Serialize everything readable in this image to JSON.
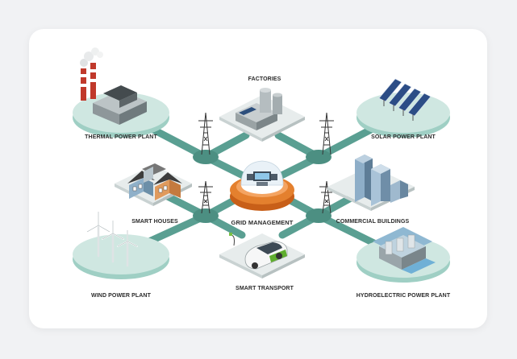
{
  "labels": {
    "thermal": "THERMAL POWER PLANT",
    "factories": "FACTORIES",
    "solar": "SOLAR POWER PLANT",
    "smart_houses": "SMART HOUSES",
    "grid": "GRID MANAGEMENT",
    "commercial": "COMMERCIAL BUILDINGS",
    "wind": "WIND POWER PLANT",
    "transport": "SMART TRANSPORT",
    "hydro": "HYDROELECTRIC POWER PLANT"
  },
  "colors": {
    "background": "#f1f2f4",
    "card": "#ffffff",
    "link": "#5a9f92",
    "node": "#4c8f82",
    "disc_top": "#cfe7e1",
    "disc_side": "#9fcfc4",
    "tile_top": "#e7ecec",
    "tile_side": "#c9d2d2",
    "grid_dome": "#e4802e",
    "pylon": "#333333"
  }
}
